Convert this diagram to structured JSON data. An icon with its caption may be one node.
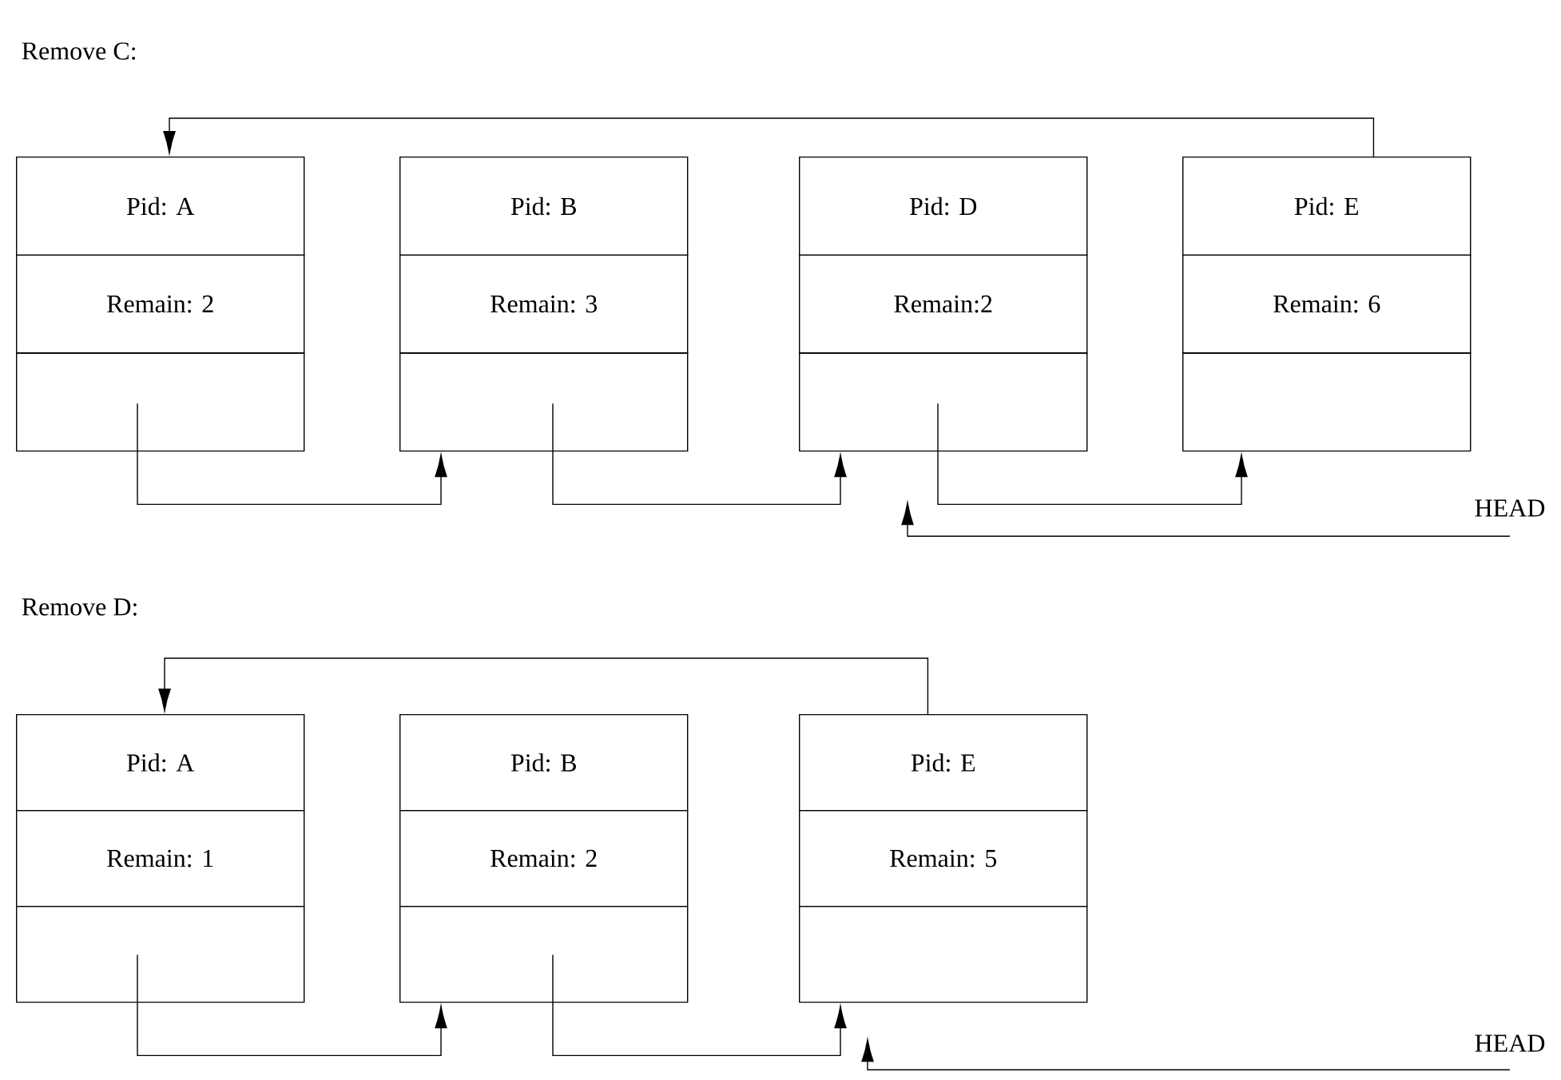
{
  "diagram": {
    "nodes": [
      {
        "text": [
          "Pid: A",
          "Remain: 2"
        ]
      },
      {
        "text": [
          "Pid: B",
          "Remain: 3"
        ]
      },
      {
        "text": [
          "Pid: D",
          "Remain:2"
        ]
      },
      {
        "text": [
          "Pid: E",
          "Remain: 6"
        ]
      },
      {
        "text": [
          "HEAD"
        ]
      },
      {
        "text": [
          "Pid: A",
          "Remain: 1"
        ]
      },
      {
        "text": [
          "Pid: B",
          "Remain: 2"
        ]
      },
      {
        "text": [
          "Pid: E",
          "Remain: 5"
        ]
      },
      {
        "text": [
          "HEAD"
        ]
      }
    ],
    "edges": [
      {
        "from": 0,
        "to": 1,
        "arrow": "to"
      },
      {
        "from": 1,
        "to": 2,
        "arrow": "to"
      },
      {
        "from": 2,
        "to": 3,
        "arrow": "to"
      },
      {
        "from": 3,
        "to": 0,
        "arrow": "to"
      },
      {
        "from": 4,
        "to": 2,
        "arrow": "to"
      },
      {
        "from": 5,
        "to": 6,
        "arrow": "to"
      },
      {
        "from": 6,
        "to": 7,
        "arrow": "to"
      },
      {
        "from": 7,
        "to": 5,
        "arrow": "to"
      },
      {
        "from": 8,
        "to": 7,
        "arrow": "to"
      }
    ],
    "labels": [
      "Remove C:",
      "Remove D:"
    ]
  }
}
